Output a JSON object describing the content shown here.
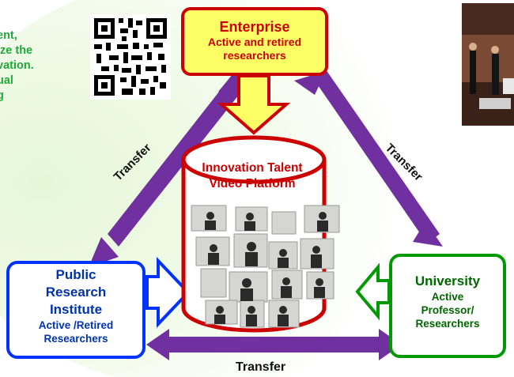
{
  "intro_text": [
    "ent,",
    "ize the",
    "vation.",
    "ual",
    "g"
  ],
  "enterprise": {
    "title": "Enterprise",
    "subtitle_line1": "Active and retired",
    "subtitle_line2": "researchers"
  },
  "platform": {
    "title_line1": "Innovation Talent",
    "title_line2": "Video Platform"
  },
  "public_research_institute": {
    "title_line1": "Public",
    "title_line2": "Research",
    "title_line3": "Institute",
    "subtitle_line1": "Active /Retired",
    "subtitle_line2": "Researchers"
  },
  "university": {
    "title": "University",
    "subtitle_line1": "Active",
    "subtitle_line2": "Professor/",
    "subtitle_line3": "Researchers"
  },
  "arrows": {
    "left_label": "Transfer",
    "right_label": "Transfer",
    "bottom_label": "Transfer"
  },
  "colors": {
    "enterprise_fill": "#ffff66",
    "enterprise_border": "#cc0000",
    "institute_border": "#0033ff",
    "university_border": "#009900",
    "transfer_arrow": "#7030a0",
    "intro_text": "#1faa3a"
  }
}
